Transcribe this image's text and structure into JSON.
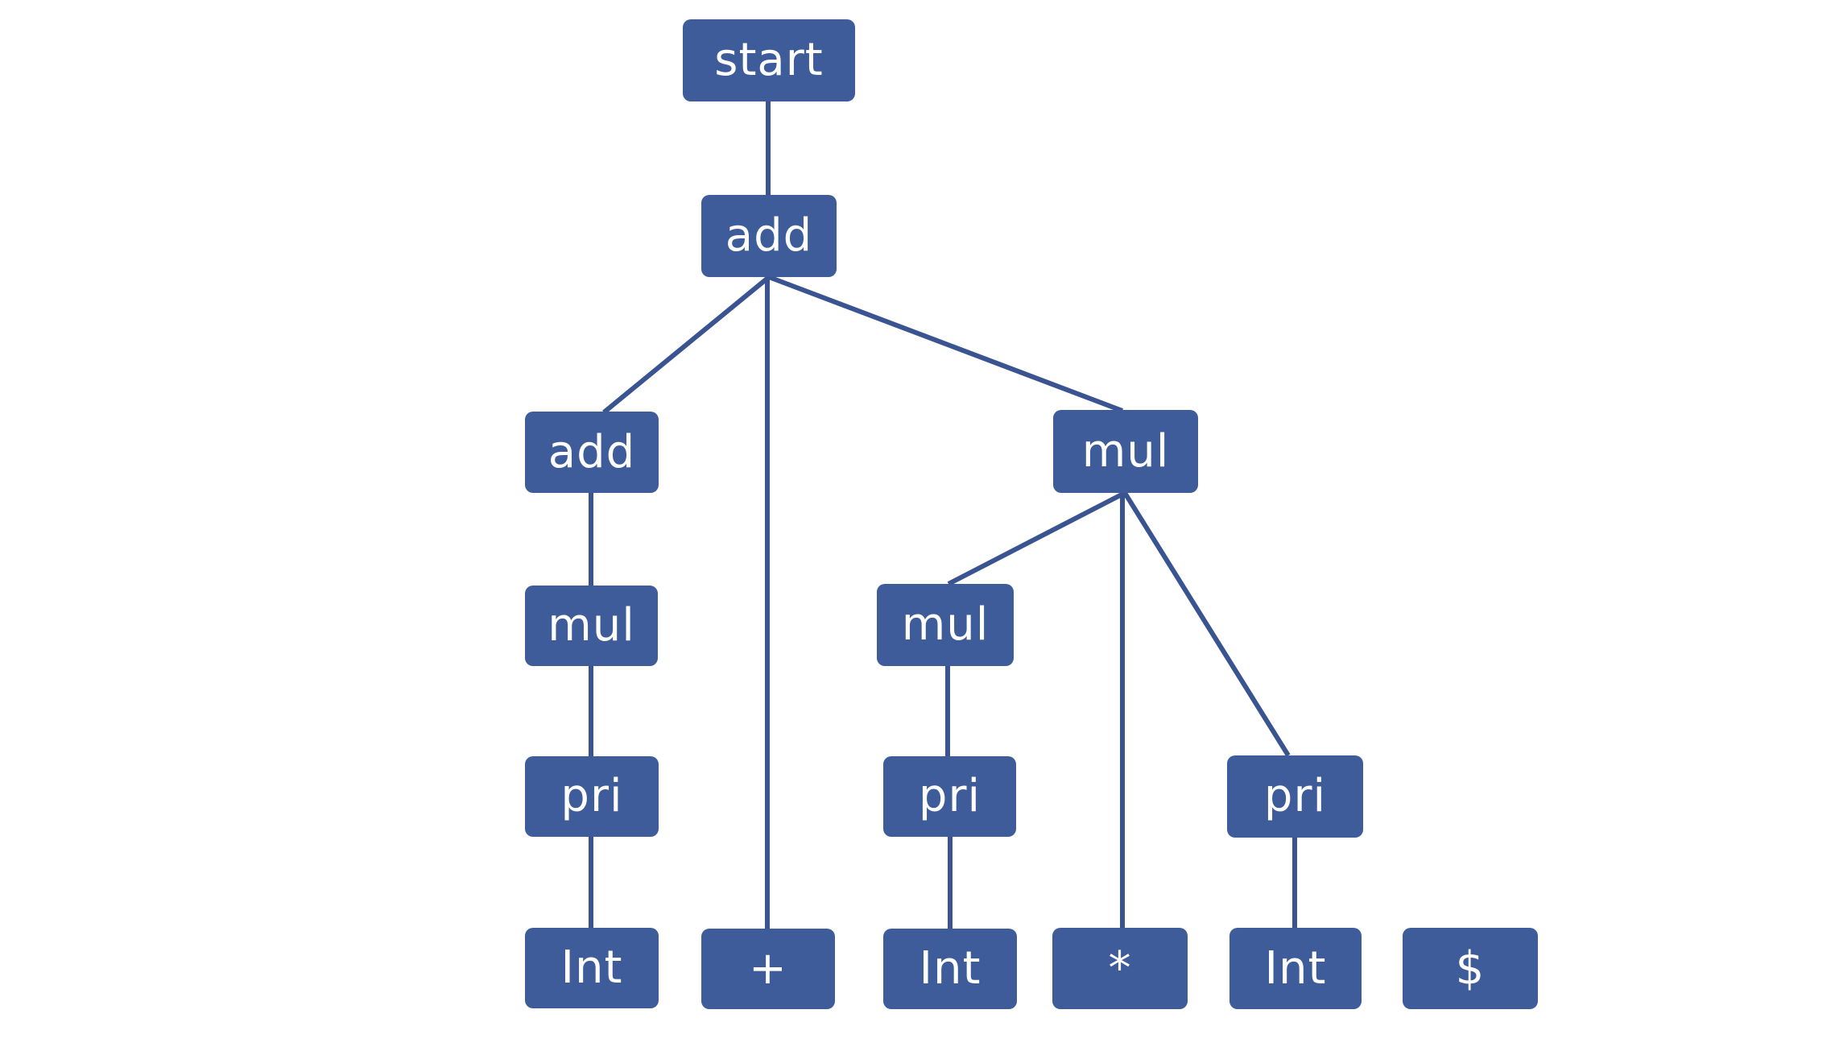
{
  "diagram": {
    "type": "parse-tree",
    "colors": {
      "node_fill": "#3e5c9a",
      "edge": "#3a5492",
      "text": "#ffffff",
      "background": "#ffffff"
    },
    "nodes": [
      {
        "id": "start",
        "label": "start"
      },
      {
        "id": "add-root",
        "label": "add"
      },
      {
        "id": "add-left",
        "label": "add"
      },
      {
        "id": "mul-right",
        "label": "mul"
      },
      {
        "id": "mul-left",
        "label": "mul"
      },
      {
        "id": "mul-mid",
        "label": "mul"
      },
      {
        "id": "pri-left",
        "label": "pri"
      },
      {
        "id": "pri-mid",
        "label": "pri"
      },
      {
        "id": "pri-right",
        "label": "pri"
      },
      {
        "id": "int-left",
        "label": "Int"
      },
      {
        "id": "plus",
        "label": "+"
      },
      {
        "id": "int-mid",
        "label": "Int"
      },
      {
        "id": "star",
        "label": "*"
      },
      {
        "id": "int-right",
        "label": "Int"
      },
      {
        "id": "dollar",
        "label": "$"
      }
    ],
    "edges": [
      {
        "from": "start",
        "to": "add-root"
      },
      {
        "from": "add-root",
        "to": "add-left"
      },
      {
        "from": "add-root",
        "to": "plus"
      },
      {
        "from": "add-root",
        "to": "mul-right"
      },
      {
        "from": "add-left",
        "to": "mul-left"
      },
      {
        "from": "mul-left",
        "to": "pri-left"
      },
      {
        "from": "pri-left",
        "to": "int-left"
      },
      {
        "from": "mul-right",
        "to": "mul-mid"
      },
      {
        "from": "mul-right",
        "to": "star"
      },
      {
        "from": "mul-right",
        "to": "pri-right"
      },
      {
        "from": "mul-mid",
        "to": "pri-mid"
      },
      {
        "from": "pri-mid",
        "to": "int-mid"
      },
      {
        "from": "pri-right",
        "to": "int-right"
      }
    ]
  }
}
